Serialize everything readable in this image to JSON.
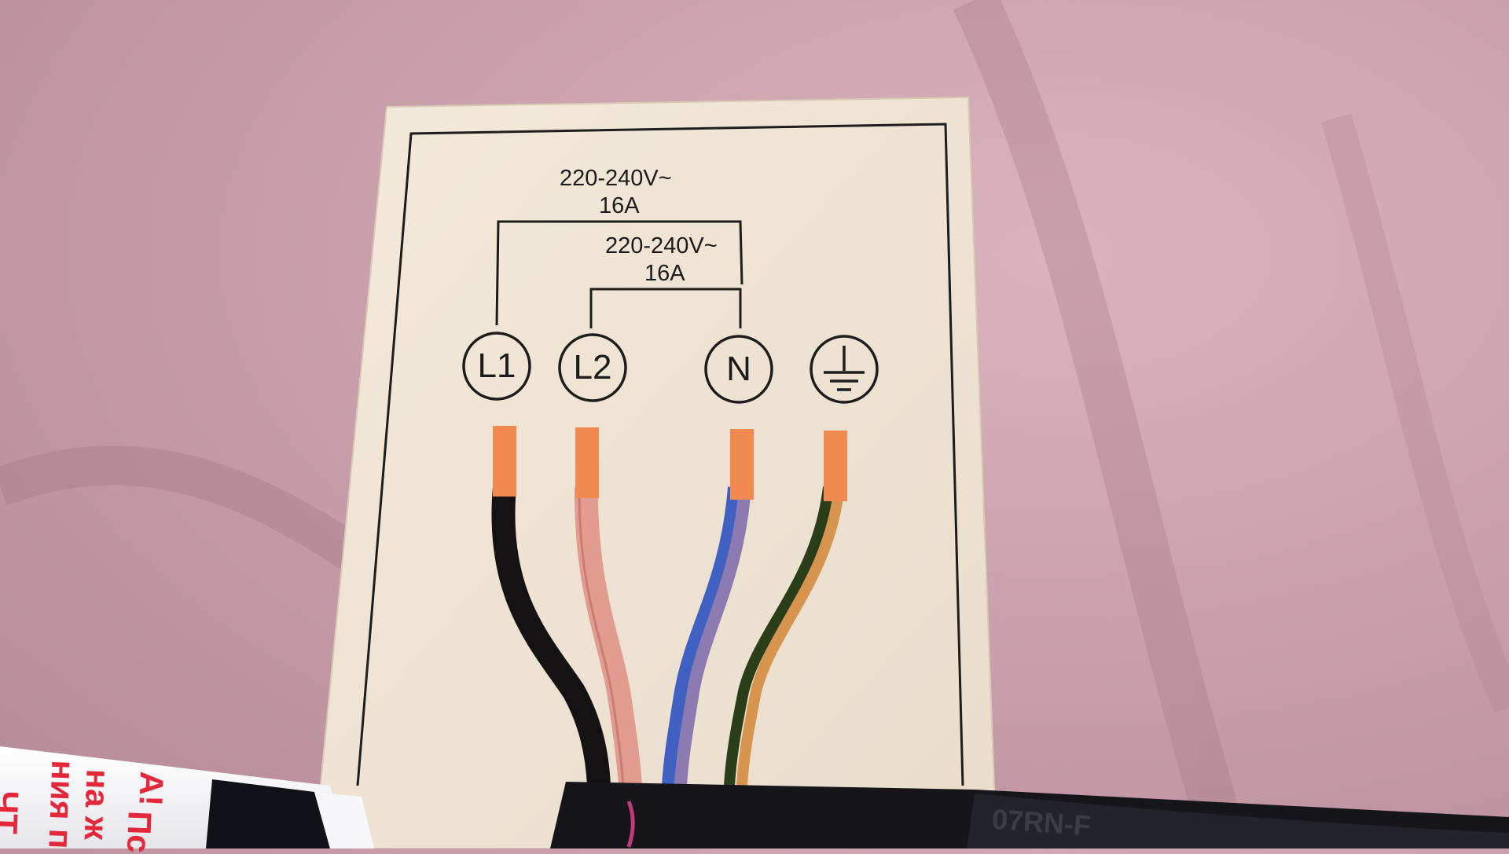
{
  "diagram": {
    "supply_l1_n": {
      "voltage": "220-240V~",
      "current": "16A"
    },
    "supply_l2_n": {
      "voltage": "220-240V~",
      "current": "16A"
    },
    "terminals": [
      {
        "label": "L1"
      },
      {
        "label": "L2"
      },
      {
        "label": "N"
      },
      {
        "label": "",
        "icon": "ground-symbol-icon"
      }
    ],
    "wires": [
      {
        "terminal": "L1",
        "color": "#1a1818"
      },
      {
        "terminal": "L2",
        "color": "#e09a8e"
      },
      {
        "terminal": "N",
        "colors": [
          "#3e5fbf",
          "#8a78ac"
        ]
      },
      {
        "terminal": "ground",
        "colors": [
          "#283c1a",
          "#d4924e"
        ]
      }
    ],
    "ferrule_color": "#f08a50"
  },
  "foreground": {
    "tube_text": [
      "А!",
      "Пс",
      "на ж",
      "ния п",
      "ЧТ"
    ],
    "cable_marking": "07RN-F"
  },
  "colors": {
    "background": "#c9a0ab",
    "paper": "#f1e6d6",
    "ink": "#1b1b1b",
    "tube_text": "#e3283c"
  }
}
